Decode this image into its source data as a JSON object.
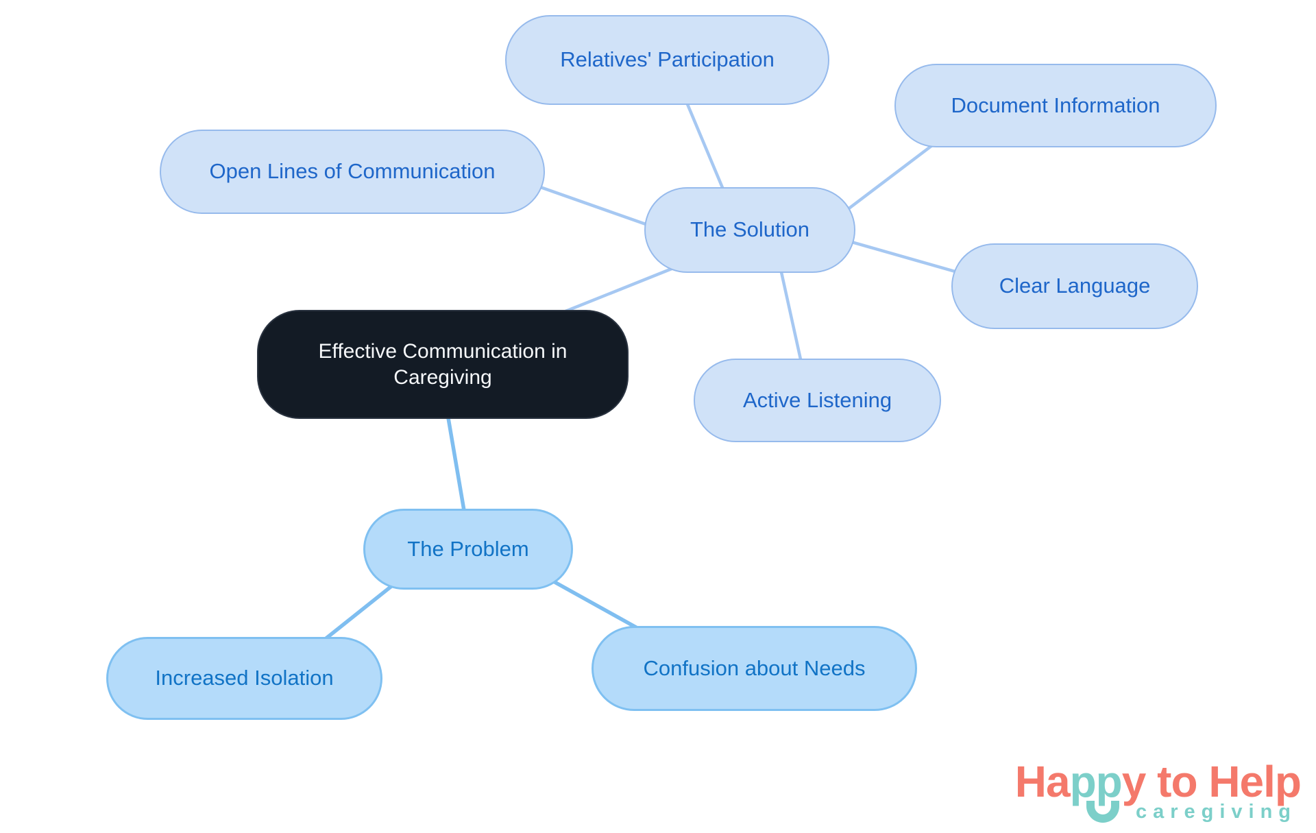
{
  "diagram": {
    "central": "Effective Communication in Caregiving",
    "solution": {
      "label": "The Solution",
      "children": [
        "Relatives' Participation",
        "Document Information",
        "Open Lines of Communication",
        "Clear Language",
        "Active Listening"
      ]
    },
    "problem": {
      "label": "The Problem",
      "children": [
        "Increased Isolation",
        "Confusion about Needs"
      ]
    }
  },
  "colors": {
    "central_bg": "#131b25",
    "central_text": "#f6f8fa",
    "solution_fill": "#d0e2f8",
    "solution_border": "#96baec",
    "solution_text": "#1e66c9",
    "solution_line": "#a6c8f2",
    "problem_fill": "#b4dbfa",
    "problem_border": "#7fc0f1",
    "problem_text": "#1173c5",
    "problem_line": "#7fbef0",
    "logo_coral": "#f4796b",
    "logo_teal": "#7ccfc9"
  },
  "logo": {
    "word_start": "Ha",
    "word_mid": "pp",
    "word_end": "y",
    "word_to": " to ",
    "word_help": "Help",
    "tagline": "caregiving"
  }
}
